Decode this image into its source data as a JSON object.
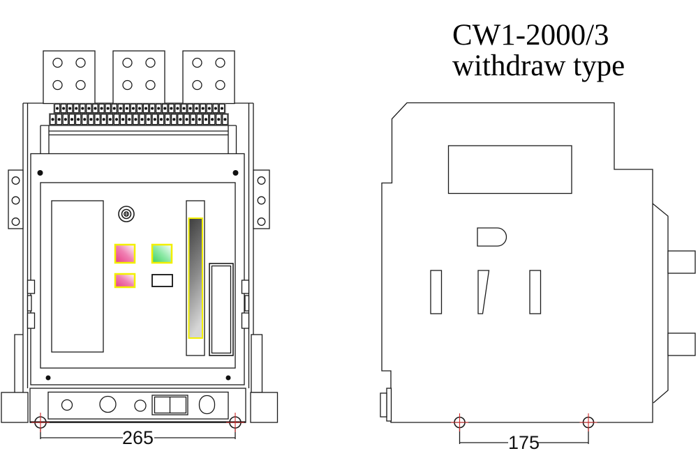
{
  "title": {
    "line1": "CW1-2000/3",
    "line2": "withdraw type"
  },
  "front_view": {
    "dimension_label": "265",
    "terminal_strip": {
      "top_count": 27,
      "bottom_count": 28
    },
    "pads": {
      "count": 3,
      "holes_per_pad": 4
    },
    "bracket_holes_per_side": 3
  },
  "side_view": {
    "dimension_label": "175",
    "slot_count": 3,
    "tab_count": 2
  },
  "colors": {
    "line": "#1a1a1a",
    "button_border_yellow": "#f2ef00",
    "pink_dark": "#e63d84",
    "pink_mid": "#f07fb2",
    "green_dark": "#3ecf5e",
    "green_mid": "#8fe9a8",
    "bar_dark": "#3d3d3d",
    "bar_mid": "#8a8a8a",
    "bar_light": "#d6d6d6",
    "dimension_marker_red": "#cf2626"
  }
}
